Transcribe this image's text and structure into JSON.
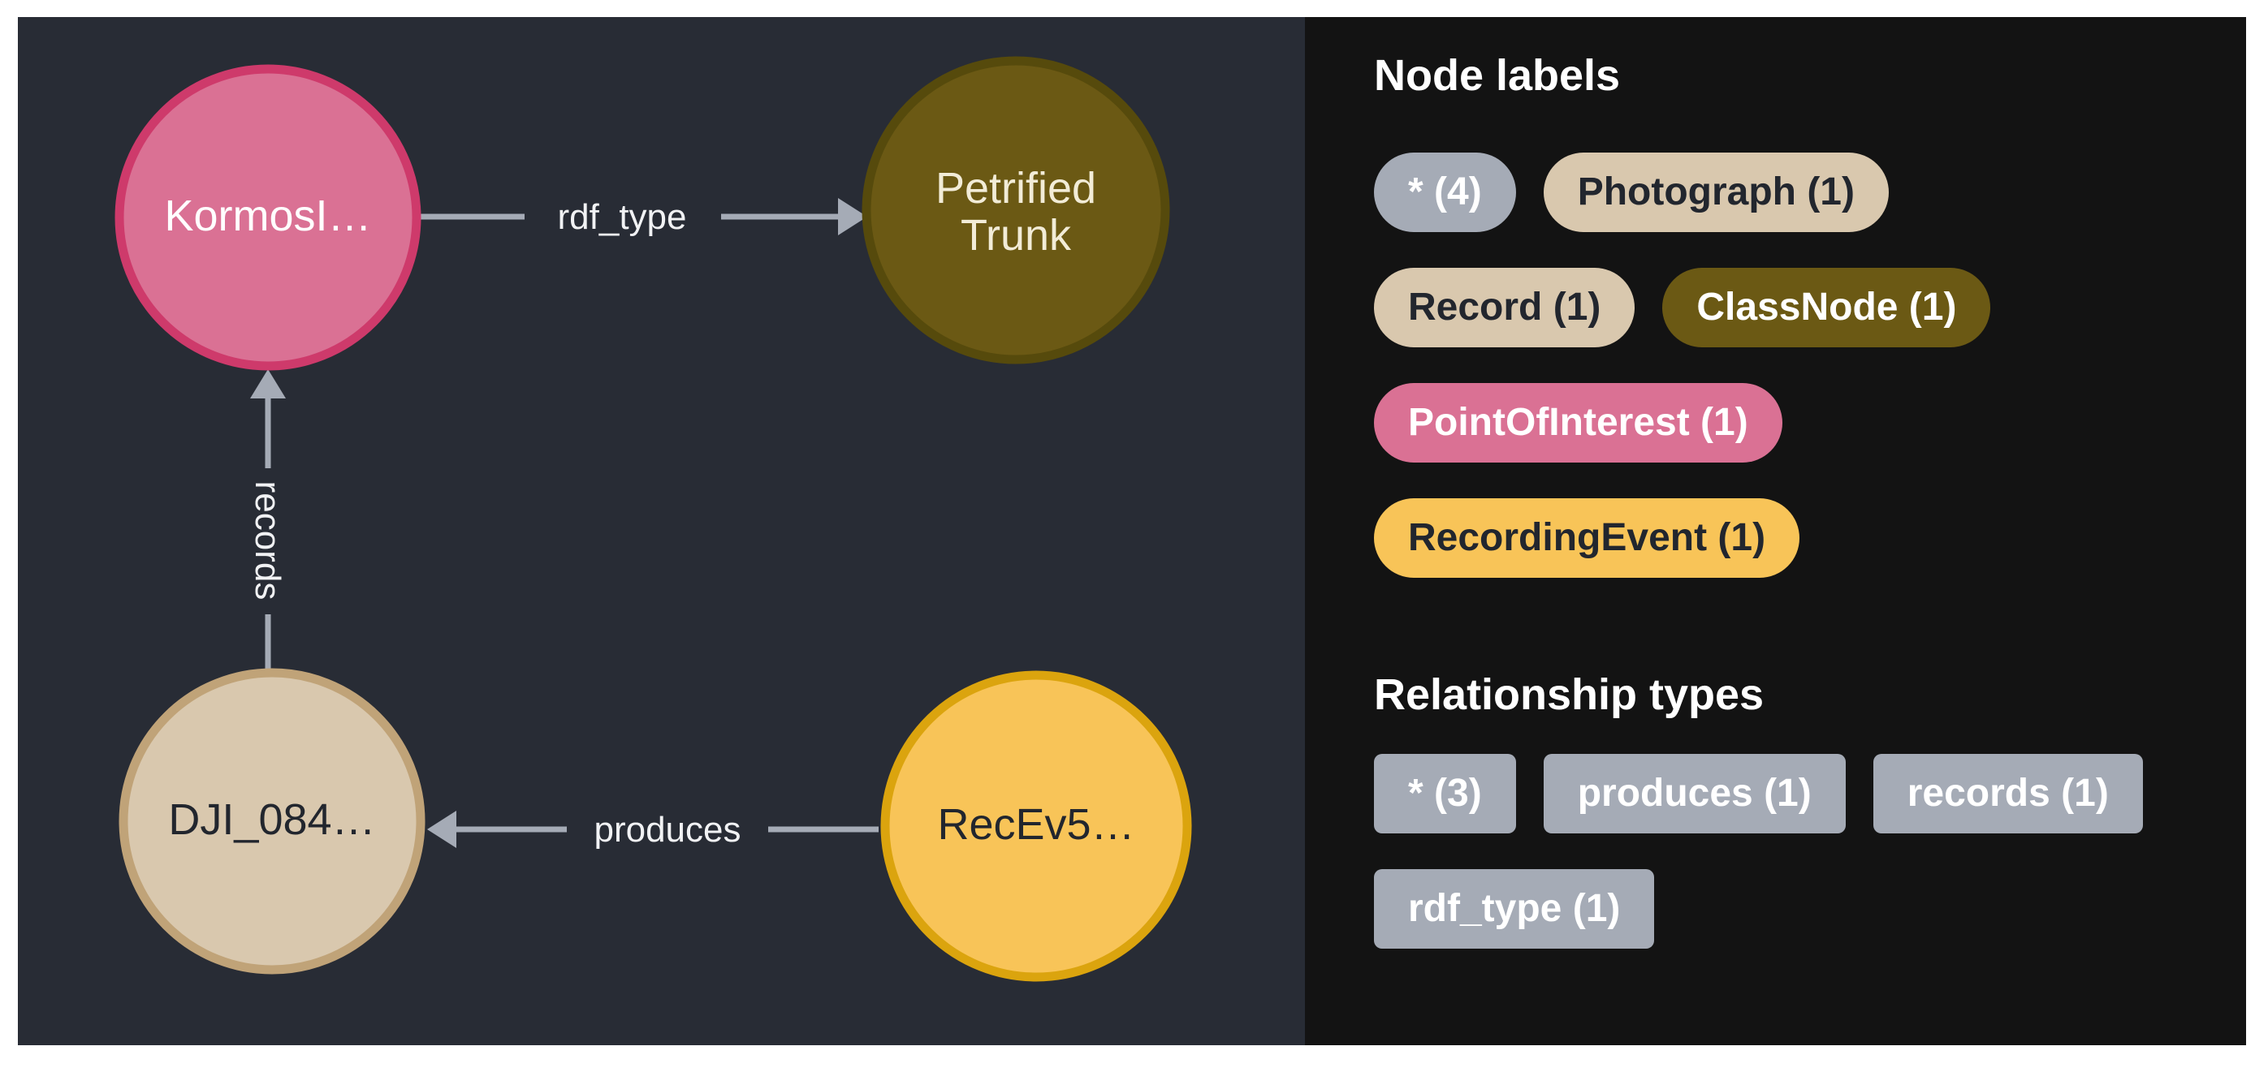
{
  "canvas": {
    "background": "#282c35",
    "edge_color": "#A5ABB6",
    "edge_label_color": "#F1F2F4",
    "nodes": [
      {
        "id": "kormos",
        "caption": "KormosI…",
        "fill": "#DA7194",
        "stroke": "#CE3A6B",
        "text_color": "#FFFFFF"
      },
      {
        "id": "petrified-trunk",
        "caption": "Petrified Trunk",
        "caption_lines": [
          "Petrified",
          "Trunk"
        ],
        "fill": "#6B5914",
        "stroke": "#564A0C",
        "text_color": "#F2ECD7"
      },
      {
        "id": "dji",
        "caption": "DJI_084…",
        "fill": "#D9C8AE",
        "stroke": "#C0A378",
        "text_color": "#22262E"
      },
      {
        "id": "recev",
        "caption": "RecEv5…",
        "fill": "#F8C458",
        "stroke": "#DBA40E",
        "text_color": "#22262E"
      }
    ],
    "relationships": [
      {
        "type": "rdf_type",
        "from": "KormosI…",
        "to": "Petrified Trunk"
      },
      {
        "type": "records",
        "from": "DJI_084…",
        "to": "KormosI…"
      },
      {
        "type": "produces",
        "from": "RecEv5…",
        "to": "DJI_084…"
      }
    ]
  },
  "panel": {
    "background": "#131313",
    "node_labels_heading": "Node labels",
    "node_labels": [
      {
        "label": "* (4)",
        "bg": "#A5ABB6",
        "color": "#FFFFFF"
      },
      {
        "label": "Photograph (1)",
        "bg": "#D9C8AE",
        "color": "#22262E"
      },
      {
        "label": "Record (1)",
        "bg": "#D9C8AE",
        "color": "#22262E"
      },
      {
        "label": "ClassNode (1)",
        "bg": "#6B5914",
        "color": "#FFFFFF"
      },
      {
        "label": "PointOfInterest (1)",
        "bg": "#DA7194",
        "color": "#FFFFFF"
      },
      {
        "label": "RecordingEvent (1)",
        "bg": "#F8C458",
        "color": "#22262E"
      }
    ],
    "relationship_types_heading": "Relationship types",
    "relationship_types": [
      {
        "label": "* (3)",
        "bg": "#A5ABB6",
        "color": "#FFFFFF"
      },
      {
        "label": "produces (1)",
        "bg": "#A5ABB6",
        "color": "#FFFFFF"
      },
      {
        "label": "records (1)",
        "bg": "#A5ABB6",
        "color": "#FFFFFF"
      },
      {
        "label": "rdf_type (1)",
        "bg": "#A5ABB6",
        "color": "#FFFFFF"
      }
    ]
  }
}
